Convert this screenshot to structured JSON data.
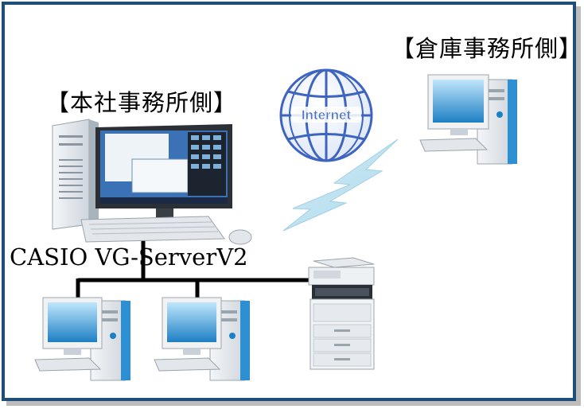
{
  "labels": {
    "headquarters": "【本社事務所側】",
    "warehouse": "【倉庫事務所側】",
    "server": "CASIO VG-ServerV2",
    "internet": "Internet"
  },
  "colors": {
    "frame": "#1f4e79",
    "globe": "#4d72c9",
    "lightning": "#bfe3f0",
    "screen": "#2e8fd3"
  },
  "icons": [
    "globe-icon",
    "lightning-icon",
    "desktop-pc-icon",
    "server-workstation-icon",
    "copier-icon"
  ]
}
